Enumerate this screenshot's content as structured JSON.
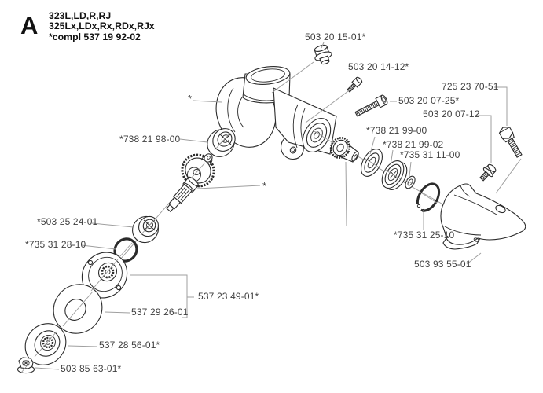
{
  "title_block": {
    "section_letter": "A",
    "models_line1": "323L,LD,R,RJ",
    "models_line2": "325Lx,LDx,Rx,RDx,RJx",
    "complete_note": "*compl 537 19 92-02"
  },
  "part_labels": {
    "plug": "503 20 15-01*",
    "small_screw": "503 20 14-12*",
    "hex_bolt": "725 23 70-51",
    "long_bolt": "503 20 07-25*",
    "flange_screw": "503 20 07-12",
    "pinion_ring": "*738 21 99-00",
    "pinion_bearing": "*738 21 99-02",
    "thrust_washer": "*735 31 11-00",
    "seal_bearing": "*738 21 98-00",
    "output_bearing": "*503 25 24-01",
    "small_snap_ring": "*735 31 28-10",
    "large_snap_ring": "*735 31 25-10",
    "guard_plate": "503 93 55-01",
    "disc_assembly": "537 23 49-01*",
    "support_washer": "537 29 26-01",
    "support_cup": "537 28 56-01*",
    "flange_nut": "503 85 63-01*",
    "included_marker": "*"
  },
  "colors": {
    "background": "#ffffff",
    "part_outline": "#2b2b2b",
    "leader_line": "#9f9f9f",
    "label_text": "#3f3f3f"
  }
}
